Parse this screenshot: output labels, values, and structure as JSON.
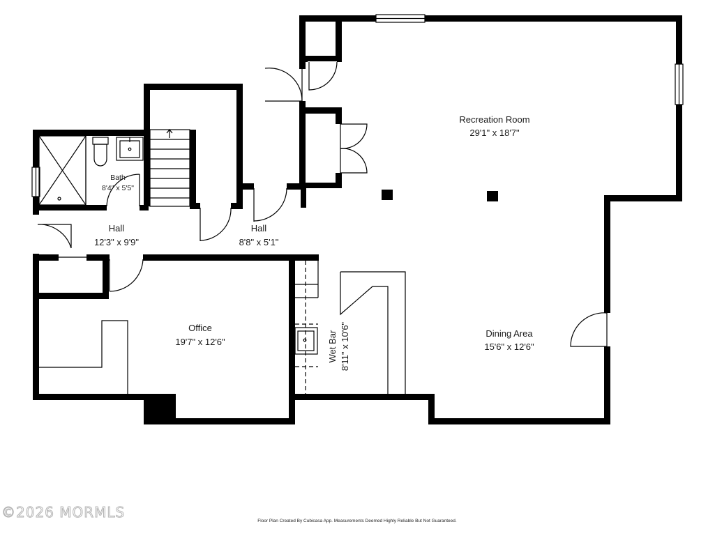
{
  "rooms": {
    "recreation": {
      "name": "Recreation Room",
      "dims": "29'1\" x 18'7\""
    },
    "dining": {
      "name": "Dining Area",
      "dims": "15'6\" x 12'6\""
    },
    "office": {
      "name": "Office",
      "dims": "19'7\" x 12'6\""
    },
    "wet_bar": {
      "name": "Wet Bar",
      "dims": "8'11\" x 10'6\""
    },
    "bath": {
      "name": "Bath",
      "dims": "8'4\" x 5'5\""
    },
    "hall_left": {
      "name": "Hall",
      "dims": "12'3\" x 9'9\""
    },
    "hall_center": {
      "name": "Hall",
      "dims": "8'8\" x 5'1\""
    }
  },
  "watermark": "©2026 MORMLS",
  "footer": "Floor Plan Created By Cubicasa App. Measurements Deemed Highly Reliable But Not Guaranteed."
}
